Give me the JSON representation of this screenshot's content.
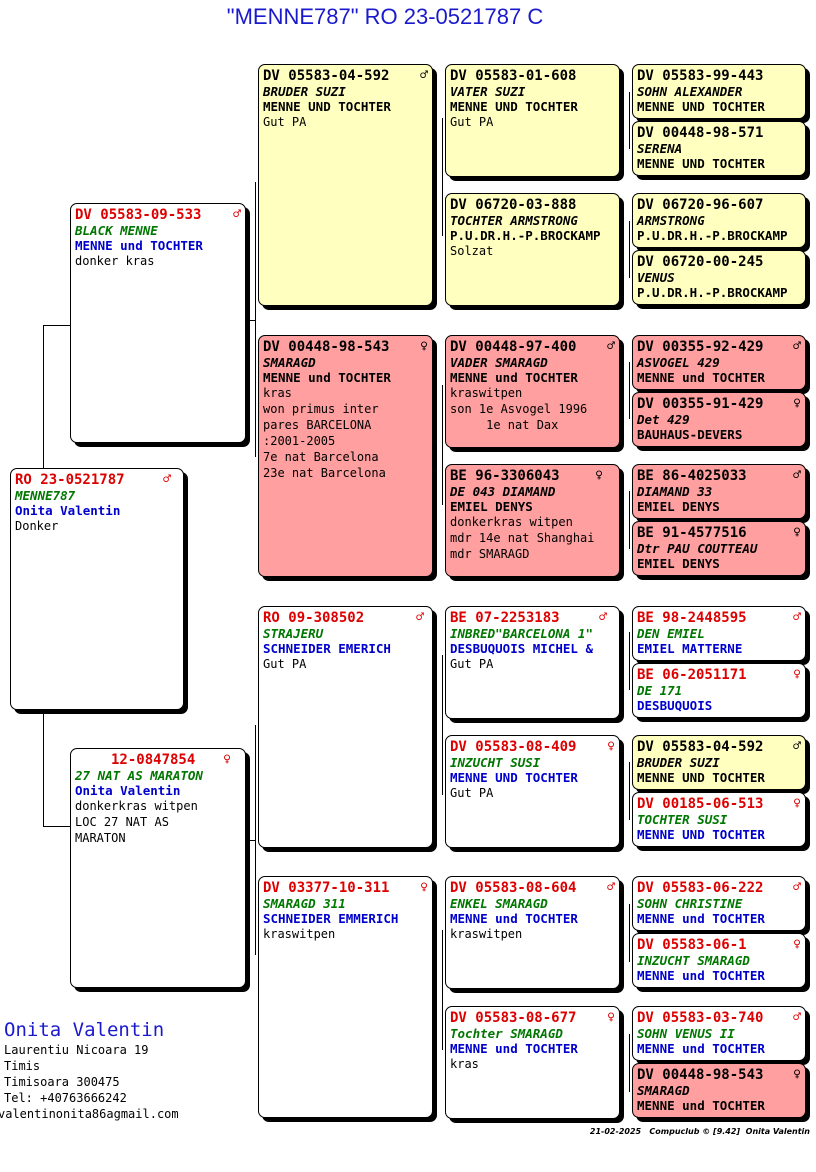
{
  "title": "\"MENNE787\"  RO  23-0521787 C",
  "subject": {
    "ring": "RO  23-0521787",
    "sex": "♂",
    "name": "MENNE787",
    "owner": "Onita Valentin",
    "info": [
      "Donker"
    ]
  },
  "sire": {
    "ring": "DV  05583-09-533",
    "sex": "♂",
    "name": "BLACK MENNE",
    "owner": "MENNE und TOCHTER",
    "info": [
      "donker kras"
    ]
  },
  "dam": {
    "ring": "12-0847854",
    "sex": "♀",
    "name": "27 NAT AS MARATON",
    "owner": "Onita Valentin",
    "info": [
      "donkerkras witpen",
      "LOC 27 NAT AS",
      "MARATON"
    ]
  },
  "ss": {
    "ring": "DV  05583-04-592",
    "sex": "♂",
    "name": "BRUDER SUZI",
    "owner": "MENNE UND TOCHTER",
    "info": [
      "Gut PA"
    ]
  },
  "sd": {
    "ring": "DV  00448-98-543",
    "sex": "♀",
    "name": "SMARAGD",
    "owner": "MENNE und TOCHTER",
    "info": [
      "kras",
      "won primus inter",
      "pares BARCELONA",
      ":2001-2005",
      "7e nat Barcelona",
      "23e nat Barcelona"
    ]
  },
  "ds": {
    "ring": "RO  09-308502",
    "sex": "♂",
    "name": "STRAJERU",
    "owner": "SCHNEIDER EMERICH",
    "info": [
      "Gut PA"
    ]
  },
  "dd": {
    "ring": "DV  03377-10-311",
    "sex": "♀",
    "name": "SMARAGD 311",
    "owner": "SCHNEIDER EMMERICH",
    "info": [
      "kraswitpen"
    ]
  },
  "sss": {
    "ring": "DV  05583-01-608",
    "sex": "",
    "name": "VATER SUZI",
    "owner": "MENNE UND TOCHTER",
    "info": [
      "Gut PA"
    ]
  },
  "ssd": {
    "ring": "DV  06720-03-888",
    "sex": "",
    "name": "TOCHTER ARMSTRONG",
    "owner": "P.U.DR.H.-P.BROCKAMP",
    "info": [
      "Solzat"
    ]
  },
  "sds": {
    "ring": "DV  00448-97-400",
    "sex": "♂",
    "name": "VADER SMARAGD",
    "owner": "MENNE und TOCHTER",
    "info": [
      "kraswitpen",
      "son 1e Asvogel 1996",
      "     1e nat Dax"
    ]
  },
  "sdd": {
    "ring": "BE  96-3306043",
    "sex": "♀",
    "name": "DE 043 DIAMAND",
    "owner": "EMIEL DENYS",
    "info": [
      "donkerkras witpen",
      "mdr 14e nat Shanghai",
      "mdr SMARAGD"
    ]
  },
  "dss": {
    "ring": "BE  07-2253183",
    "sex": "♂",
    "name": "INBRED\"BARCELONA 1\"",
    "owner": "DESBUQUOIS MICHEL &",
    "info": [
      "Gut PA"
    ]
  },
  "dsd": {
    "ring": "DV  05583-08-409",
    "sex": "♀",
    "name": "INZUCHT SUSI",
    "owner": "MENNE UND TOCHTER",
    "info": [
      "Gut PA"
    ]
  },
  "dds": {
    "ring": "DV  05583-08-604",
    "sex": "♂",
    "name": "ENKEL SMARAGD",
    "owner": "MENNE und TOCHTER",
    "info": [
      "kraswitpen"
    ]
  },
  "ddd": {
    "ring": "DV  05583-08-677",
    "sex": "♀",
    "name": "Tochter SMARAGD",
    "owner": "MENNE und TOCHTER",
    "info": [
      "kras"
    ]
  },
  "g4": [
    {
      "ring": "DV  05583-99-443",
      "sex": "",
      "name": "SOHN ALEXANDER",
      "owner": "MENNE UND TOCHTER"
    },
    {
      "ring": "DV  00448-98-571",
      "sex": "",
      "name": "SERENA",
      "owner": "MENNE UND TOCHTER"
    },
    {
      "ring": "DV  06720-96-607",
      "sex": "",
      "name": "ARMSTRONG",
      "owner": "P.U.DR.H.-P.BROCKAMP"
    },
    {
      "ring": "DV  06720-00-245",
      "sex": "",
      "name": "VENUS",
      "owner": "P.U.DR.H.-P.BROCKAMP"
    },
    {
      "ring": "DV  00355-92-429",
      "sex": "♂",
      "name": "ASVOGEL 429",
      "owner": "MENNE und TOCHTER"
    },
    {
      "ring": "DV  00355-91-429",
      "sex": "♀",
      "name": "Det 429",
      "owner": "BAUHAUS-DEVERS"
    },
    {
      "ring": "BE  86-4025033",
      "sex": "♂",
      "name": "DIAMAND 33",
      "owner": "EMIEL DENYS"
    },
    {
      "ring": "BE  91-4577516",
      "sex": "♀",
      "name": "Dtr PAU COUTTEAU",
      "owner": "EMIEL DENYS"
    },
    {
      "ring": "BE  98-2448595",
      "sex": "♂",
      "name": "DEN EMIEL",
      "owner": "EMIEL MATTERNE"
    },
    {
      "ring": "BE  06-2051171",
      "sex": "♀",
      "name": "DE 171",
      "owner": "DESBUQUOIS"
    },
    {
      "ring": "DV  05583-04-592",
      "sex": "♂",
      "name": "BRUDER SUZI",
      "owner": "MENNE UND TOCHTER"
    },
    {
      "ring": "DV  00185-06-513",
      "sex": "♀",
      "name": "TOCHTER SUSI",
      "owner": "MENNE UND TOCHTER"
    },
    {
      "ring": "DV  05583-06-222",
      "sex": "♂",
      "name": "SOHN CHRISTINE",
      "owner": "MENNE und TOCHTER"
    },
    {
      "ring": "DV  05583-06-1",
      "sex": "♀",
      "name": "INZUCHT SMARAGD",
      "owner": "MENNE und TOCHTER"
    },
    {
      "ring": "DV  05583-03-740",
      "sex": "♂",
      "name": "SOHN VENUS II",
      "owner": "MENNE und TOCHTER"
    },
    {
      "ring": "DV  00448-98-543",
      "sex": "♀",
      "name": "SMARAGD",
      "owner": "MENNE und TOCHTER"
    }
  ],
  "breeder": {
    "name": "Onita Valentin",
    "address": "Laurentiu Nicoara 19",
    "region": "Timis",
    "city": "Timisoara 300475",
    "phone": "Tel: +40763666242",
    "email": "valentinonita86agmail.com"
  },
  "footer": "21-02-2025   Compuclub © [9.42]  Onita Valentin",
  "colors": {
    "yellow": "#ffffc0",
    "pink": "#ff9f9f",
    "white": "#ffffff",
    "ring_red": "#dd0000",
    "name_green": "#007700",
    "owner_blue": "#0000cc",
    "title_blue": "#1a1acc"
  }
}
